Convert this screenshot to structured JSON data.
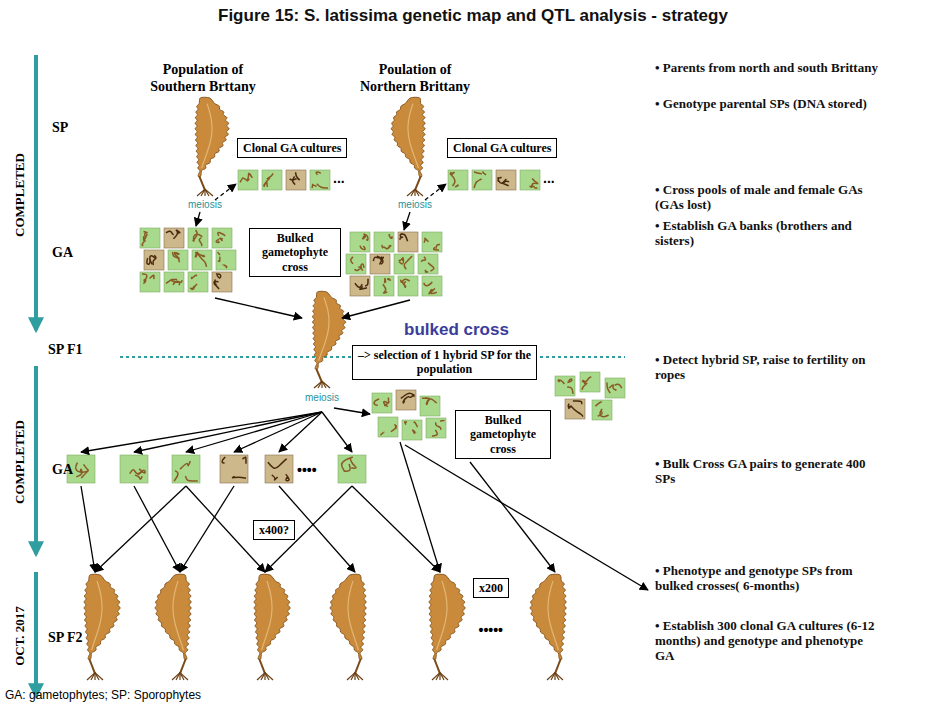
{
  "diagram": {
    "title": "Figure 15: S. latissima genetic map and QTL analysis - strategy",
    "nodes": [
      {
        "text": [
          "Clonal GA cultures"
        ]
      },
      {
        "text": [
          "Clonal GA cultures"
        ]
      },
      {
        "text": [
          "Bulked gametophyte cross"
        ]
      },
      {
        "text": [
          "–> selection of 1 hybrid SP for the population"
        ]
      },
      {
        "text": [
          "Bulked gametophyte cross"
        ]
      },
      {
        "text": [
          "x400?"
        ]
      },
      {
        "text": [
          "x200"
        ]
      }
    ],
    "labels": [
      "Population of Southern Brttany",
      "Poulation of Northern Brittany",
      "meiosis",
      "meiosis",
      "...",
      "...",
      "meiosis",
      "bulked cross",
      "••••",
      "•••••",
      "SP",
      "GA",
      "SP F1",
      "GA",
      "SP F2",
      "COMPLETED",
      "COMPLETED",
      "OCT. 2017",
      "• Parents from north and south Brittany",
      "• Genotype parental SPs (DNA stored)",
      "• Cross pools of male and female GAs (GAs lost)",
      "• Establish GA banks (brothers and sisters)",
      "• Detect hybrid SP, raise to fertility on ropes",
      "• Bulk Cross GA pairs to generate 400 SPs",
      "• Phenotype and genotype SPs from bulked crosses( 6-months)",
      "• Establish 300 clonal GA cultures (6-12 months) and genotype and phenotype GA",
      "GA: gametophytes; SP: Sporophytes"
    ]
  }
}
